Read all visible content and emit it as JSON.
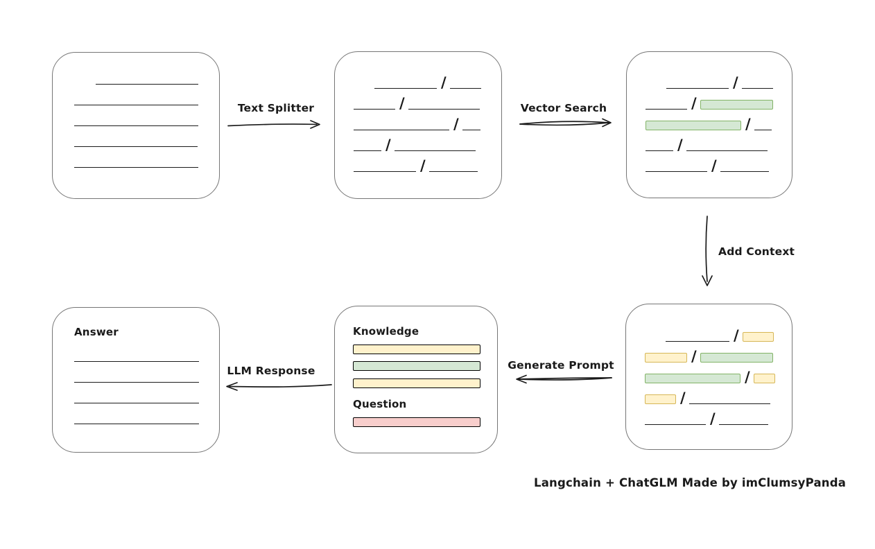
{
  "colors": {
    "background": "#ffffff",
    "box_border": "#757575",
    "ink": "#1a1a1a",
    "green_fill": "#d5e8d4",
    "green_border": "#82b366",
    "yellow_fill": "#fff2cc",
    "yellow_border": "#d6b656",
    "red_fill": "#f8cecc",
    "red_border": "#b85450"
  },
  "boxes": {
    "document": {
      "rows": [
        [
          {
            "t": "indent",
            "w": 31
          },
          {
            "t": "line",
            "w": 148
          }
        ],
        [
          {
            "t": "line",
            "w": 179
          }
        ],
        [
          {
            "t": "line",
            "w": 179
          }
        ],
        [
          {
            "t": "line",
            "w": 178
          }
        ],
        [
          {
            "t": "line",
            "w": 179
          }
        ]
      ]
    },
    "chunks": {
      "rows": [
        [
          {
            "t": "indent",
            "w": 30
          },
          {
            "t": "line",
            "w": 90
          },
          {
            "t": "slash"
          },
          {
            "t": "line",
            "w": 45
          }
        ],
        [
          {
            "t": "line",
            "w": 60
          },
          {
            "t": "slash"
          },
          {
            "t": "line",
            "w": 103
          }
        ],
        [
          {
            "t": "line",
            "w": 138
          },
          {
            "t": "slash"
          },
          {
            "t": "line",
            "w": 26
          }
        ],
        [
          {
            "t": "line",
            "w": 40
          },
          {
            "t": "slash"
          },
          {
            "t": "line",
            "w": 117
          }
        ],
        [
          {
            "t": "line",
            "w": 90
          },
          {
            "t": "slash"
          },
          {
            "t": "line",
            "w": 70
          }
        ]
      ]
    },
    "search_results": {
      "rows": [
        [
          {
            "t": "indent",
            "w": 30
          },
          {
            "t": "line",
            "w": 90
          },
          {
            "t": "slash"
          },
          {
            "t": "line",
            "w": 45
          }
        ],
        [
          {
            "t": "line",
            "w": 60
          },
          {
            "t": "slash"
          },
          {
            "t": "bar",
            "c": "green",
            "w": 105
          }
        ],
        [
          {
            "t": "bar",
            "c": "green",
            "w": 138
          },
          {
            "t": "slash"
          },
          {
            "t": "line",
            "w": 25
          }
        ],
        [
          {
            "t": "line",
            "w": 40
          },
          {
            "t": "slash"
          },
          {
            "t": "line",
            "w": 117
          }
        ],
        [
          {
            "t": "line",
            "w": 89
          },
          {
            "t": "slash"
          },
          {
            "t": "line",
            "w": 70
          }
        ]
      ]
    },
    "context": {
      "rows": [
        [
          {
            "t": "indent",
            "w": 30
          },
          {
            "t": "line",
            "w": 92
          },
          {
            "t": "slash"
          },
          {
            "t": "bar",
            "c": "yellow",
            "w": 45
          }
        ],
        [
          {
            "t": "bar",
            "c": "yellow",
            "w": 61
          },
          {
            "t": "slash"
          },
          {
            "t": "bar",
            "c": "green",
            "w": 105
          }
        ],
        [
          {
            "t": "bar",
            "c": "green",
            "w": 138
          },
          {
            "t": "slash"
          },
          {
            "t": "bar",
            "c": "yellow",
            "w": 31
          }
        ],
        [
          {
            "t": "bar",
            "c": "yellow",
            "w": 45
          },
          {
            "t": "slash"
          },
          {
            "t": "line",
            "w": 117
          }
        ],
        [
          {
            "t": "line",
            "w": 88
          },
          {
            "t": "slash"
          },
          {
            "t": "line",
            "w": 71
          }
        ]
      ]
    },
    "prompt": {
      "knowledge_label": "Knowledge",
      "question_label": "Question",
      "knowledge_bars": [
        "yellow",
        "green",
        "yellow"
      ],
      "question_bars": [
        "red"
      ]
    },
    "answer": {
      "label": "Answer",
      "rows": [
        [
          {
            "t": "line",
            "w": 180
          }
        ],
        [
          {
            "t": "line",
            "w": 180
          }
        ],
        [
          {
            "t": "line",
            "w": 180
          }
        ],
        [
          {
            "t": "line",
            "w": 180
          }
        ]
      ]
    }
  },
  "arrows": {
    "text_splitter": {
      "label": "Text Splitter",
      "direction": "right"
    },
    "vector_search": {
      "label": "Vector Search",
      "direction": "right"
    },
    "add_context": {
      "label": "Add Context",
      "direction": "down"
    },
    "generate_prompt": {
      "label": "Generate Prompt",
      "direction": "left"
    },
    "llm_response": {
      "label": "LLM Response",
      "direction": "left"
    }
  },
  "caption": "Langchain + ChatGLM Made by imClumsyPanda"
}
